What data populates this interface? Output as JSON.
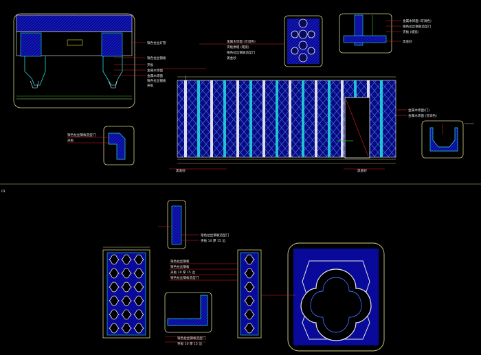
{
  "drawing": {
    "background": "#000000",
    "colors": {
      "frame": "#d8d08a",
      "blue_fill": "#0a0a9a",
      "pattern": "#3a6cff",
      "cyan": "#22e0e0",
      "red": "#e02020",
      "white": "#f0f0f0",
      "yellow": "#e8e020",
      "green": "#20d020",
      "magenta": "#d020d0"
    },
    "sheet_marker": "01",
    "top_left_detail": {
      "labels": [
        "银色拉丝灯管",
        "银色拉丝钢板",
        "夹板",
        "金属木饰面"
      ]
    },
    "top_center_motif": {
      "labels": [
        "金属木饰面 (可调色)",
        "夹板拼缝 (缝宽)",
        "银色拉丝钢板造型门",
        "黑金砂"
      ]
    },
    "top_right_detail": {
      "labels": [
        "金属木饰面 (可调色)",
        "银色拉丝钢板造型门",
        "夹板 (缝宽)",
        "黑金砂"
      ]
    },
    "elevation": {
      "labels": [
        "金属木饰面",
        "银色拉丝钢板",
        "夹板",
        "银色拉丝钢板造型门"
      ],
      "base_label_left": "黑金砂",
      "base_label_right": "黑金砂",
      "right_labels": [
        "金属木饰面(门)",
        "金属木饰面 (可调色)"
      ]
    },
    "mid_left_detail": {
      "labels": [
        "银色拉丝钢板造型门",
        "夹板"
      ]
    },
    "bottom_small_detail": {
      "labels": [
        "银色拉丝钢板造型门",
        "夹板 10 厚 15 边"
      ]
    },
    "bottom_panel": {
      "labels": [
        "银色拉丝钢板",
        "银色拉丝钢板",
        "夹板 10 厚 15 边",
        "银色拉丝钢板造型门"
      ]
    },
    "bottom_center_detail": {
      "labels": [
        "银色拉丝钢板造型门",
        "夹板 10 厚 15 边"
      ]
    },
    "bottom_large_motif": {}
  }
}
